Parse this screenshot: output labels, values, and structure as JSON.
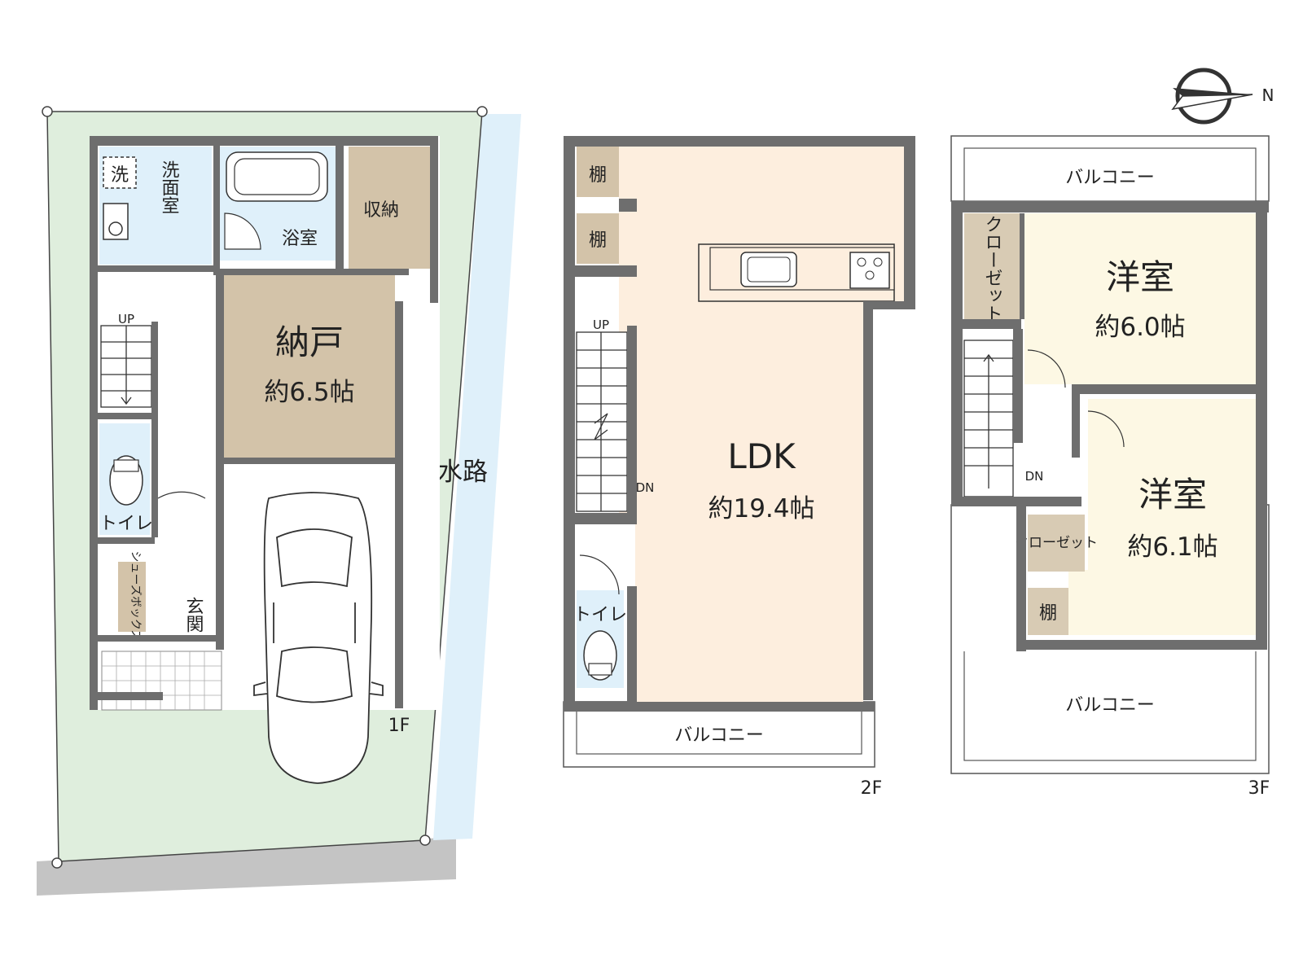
{
  "floors": {
    "f1": "1F",
    "f2": "2F",
    "f3": "3F"
  },
  "site": {
    "waterway": "水路"
  },
  "rooms_1f": {
    "laundry_mark": "洗",
    "washroom": "洗面室",
    "bath": "浴室",
    "storage": "収納",
    "storeroom_name": "納戸",
    "storeroom_size": "約6.5帖",
    "stairs_up": "UP",
    "toilet": "トイレ",
    "shoe_box": "シューズボックス",
    "entrance": "玄関"
  },
  "rooms_2f": {
    "shelf_a": "棚",
    "shelf_b": "棚",
    "ldk_name": "LDK",
    "ldk_size": "約19.4帖",
    "stairs_up": "UP",
    "stairs_dn": "DN",
    "toilet": "トイレ",
    "balcony": "バルコニー"
  },
  "rooms_3f": {
    "balcony_top": "バルコニー",
    "closet_a": "クローゼット",
    "room_a_name": "洋室",
    "room_a_size": "約6.0帖",
    "stairs_dn": "DN",
    "closet_b": "クローゼット",
    "room_b_name": "洋室",
    "room_b_size": "約6.1帖",
    "shelf": "棚",
    "balcony_bottom": "バルコニー"
  },
  "compass": {
    "north": "N"
  },
  "colors": {
    "site_green": "#dfeedd",
    "water_blue": "#dff0fa",
    "road_gray": "#c4c4c4",
    "wet_room_blue": "#dff0fa",
    "storeroom_tan": "#d3c3a9",
    "ldk_peach": "#fdeede",
    "bedroom_cream": "#fdf8e4",
    "closet_tan": "#d8cbb4",
    "wall_gray": "#6e6e6e"
  }
}
